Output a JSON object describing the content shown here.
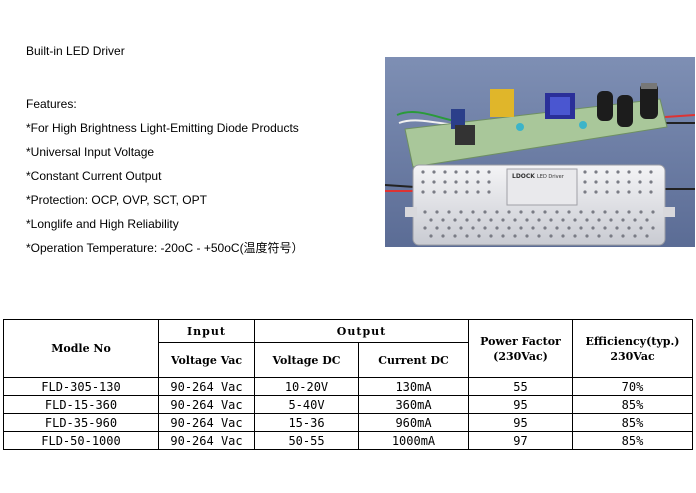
{
  "title": "Built-in LED Driver",
  "features": {
    "heading": "Features:",
    "items": [
      "*For High Brightness Light-Emitting Diode Products",
      "*Universal Input Voltage",
      "*Constant Current Output",
      "*Protection: OCP, OVP, SCT, OPT",
      "*Longlife and High Reliability",
      "*Operation Temperature: -20oC - +50oC(温度符号）"
    ]
  },
  "photo": {
    "label_brand": "LDOCK",
    "label_product": "LED Driver"
  },
  "table": {
    "headers": {
      "model": "Modle No",
      "input": "Input",
      "output": "Output",
      "power_factor": "Power Factor (230Vac)",
      "efficiency": "Efficiency(typ.) 230Vac",
      "voltage_vac": "Voltage Vac",
      "voltage_dc": "Voltage DC",
      "current_dc": "Current DC"
    },
    "rows": [
      {
        "model": "FLD-305-130",
        "vin": "90-264 Vac",
        "vout": "10-20V",
        "iout": "130mA",
        "pf": "55",
        "eff": "70%"
      },
      {
        "model": "FLD-15-360",
        "vin": "90-264 Vac",
        "vout": "5-40V",
        "iout": "360mA",
        "pf": "95",
        "eff": "85%"
      },
      {
        "model": "FLD-35-960",
        "vin": "90-264 Vac",
        "vout": "15-36",
        "iout": "960mA",
        "pf": "95",
        "eff": "85%"
      },
      {
        "model": "FLD-50-1000",
        "vin": "90-264 Vac",
        "vout": "50-55",
        "iout": "1000mA",
        "pf": "97",
        "eff": "85%"
      }
    ]
  }
}
